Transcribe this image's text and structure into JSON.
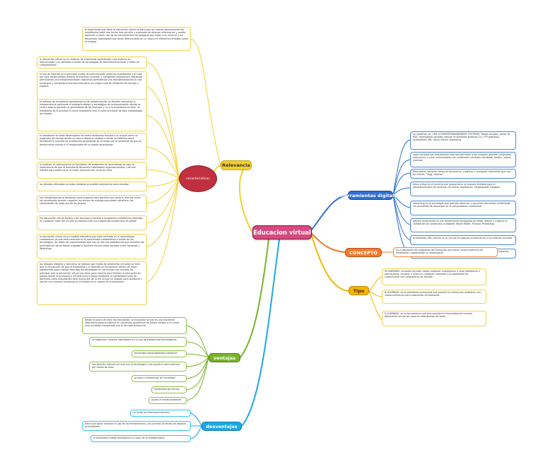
{
  "central": "Educacion virtual",
  "colors": {
    "relevancia": "#f5cf2e",
    "herramientas": "#2f6fd0",
    "concepto": "#f07b2c",
    "tipo": "#f5b400",
    "ventajas": "#7ab32a",
    "desventajas": "#1da8e0",
    "central": "#d84a7e",
    "bubble": "#c03040"
  },
  "relevancia": {
    "label": "Relevancia",
    "bubble": "caracteristicas",
    "intro": "lo importante que tiene la educación virtual es para que las nuevas generaciones de estudiantes tiabé una forma mas sencilla y avanzada de obtener informacion y pueda aprender a hacer uso de las herramientas tecnologicas que estan a su alcance y así desarrollar habilidades que serán diferenciales en un futuro en diferentes ámbitos como el trabajo.",
    "items": [
      "la educación virtual es un sistema de enseñanza-aprendizaje cuyo entorno es estructurado y es utilizado a través de tecnologias de telecomunicaciones y redes de computadoras",
      "el uso de internet es el principal medio de comunicación entre los estudiantes y el tutor por este medio ambos actores interactúan acuedan y comparten informacion requerida permitiendo una retroalimentación requerida permitiendo una retroalimentación lo cual enriquece y completa el proceso educativo sin ningún tipo de limitación de tiempo y espacio",
      "el método de enseñanza aprendizaje es de autoformación es flexible interactivo e independiente apliconda el autoaprendizaje y estrategias de autoevaluación donde se centra todo la atención al aprendizaje de los alumnos y no a la enseñanza es decir un estudiante es el proceso tu como estudiante eres el actor principal de esta metodología de estudio",
      "el estudiante se debe desempeñar de forma autónoma estudia a su propio ritmo un organizan de tiempo desde su casa o desde su trabajo o desde su teléfono movil facilitando el proceso de enseñanza-aprendizaje de acuerdo con el ambiente de que se desenvuelve siendo el el responsable de su propia aprendizaje",
      "el profesor es básicamente un facilitador de ambientes de aprendizaje de aquí la importancia de que el estudiante desarrolle habilidades organizacionales y de ello estudio para poder sacar el mejor provecho del curso en línea",
      "los tiempos utilizados en estas trabajos se pueden aprovechar para estudiar",
      "hay flexibilidad tanto temporal como espacial esto significa que tanto el alumno como los estudiantes pueden negociar las fechas de entrega para poder satisfacer las necesidades de cada uno de los grupos",
      "Ela educación virtual facilita a los alumnos el acceso a programas académicos ofrecidos en cualquier lugar del mundo la cobertura de sus programas académicos es global",
      "la educación virtual es un modelo educativo que está centrado en el aprendizaje colaborativo ya que está-centrado en el aprendizaje colaborativo a través de las tecnologías, las redes de computadoras que hay en día hoy plataformas que permiten tal actividad tan como Skype o google o YouTube incluso redes sociales como facebook y WhatsApp",
      "los trabajos debates y ejercicios se realizan por medio de ambientes virtuales es decir que la interacción de que el estudiante y el docente se encuentran dentro de estas plataformas para realizar este tipo de actividades en conclusión son muchas las premisas que la educación virtual nos tiene para hacerlo para facilitar la educación en países donde la economía e infraestructura hasta mediante la mentalidad tanto de docentes como estudiantes esta revolución de la era virtual ha llegado para quedarse y uno de sus mayores impactos es sin dudas en el campo de la educación"
    ]
  },
  "herramientas": {
    "label": "herramientas digitales",
    "items": [
      "se clasifican en: CMS (CONTENTMANAGEMENT SYSTEMS): Redes sociales, lector de RSS, marcadores sociales, edición multimedia, publicar 2.0, FTP gratuitos, acortadores URL, disco virtual, streaming",
      "redes sociales son plataformas web que permiten a los usuarios generar contenidos interactuar y crear comunidades con contenidos similares: facebook, twitter, yahoo, youtube",
      "Marcadores sociales: forma de almacenar, clasificar y compartir elementos que son de interés: \"digg, diverse\"",
      "disco virtual es el servicio que proporciona un espacio limitado para el almacenamiento de archivos vía online, rapidshare, megaupload, Dropbox",
      "streaming es la tecnología que permite observar y escuchar elementos multimedia sin necesidad de descargar en la computadora, livestream",
      "edición multimedia es una herramienta encargada de editar retocar y mejorar la calidad de los contenidos a elaborar Movie Maker, Picasso, Photoshop",
      "acortadores URL acortar el url ya que en algunas ocasiones es muy extensa recorder",
      "FTP gratuitos es el servicio que permite la transmisión de archivos entre sistemas que se encuentren conectados entre sí"
    ]
  },
  "concepto": {
    "label": "CONCEPTO",
    "text": "Es el desarrollo de programas de formación que tienen como escenario de enseñanza y aprendizaje el ciberespacio"
  },
  "tipo": {
    "label": "Tipo",
    "items": [
      "M-LEARNING: se puede acceder desde cualquier smartphone o usos plataforma o aplicaciones, acceder a mitos en cualquier momento y la posibilidad de comunicarse con compañeros de estudio",
      "B-LEARNING: es la plataforma presencial que permite la interacción mediante una videoconferencia para solamente virtualmente",
      "E-LEARNING: es la herramienta que solo permite el intercambio de manera totalmente virtual tal como en plataformas de texto"
    ]
  },
  "ventajas": {
    "label": "ventajas",
    "items": [
      "desde el punto de vista del estudiante, la educación virtual es una excelente alternativa porque obtiene un contenido académico de buena calidad a un costo mas accesible comparado con el formato presencial",
      "se adquieren mejores habilidades en el uso de plataformas tecnológicas.",
      "desarrollo responsabilidad individual",
      "nos permite interactuar mas con la tecnología y nos ayuda a comunicarnos por medio de ellas",
      "acceso a información de inmediato",
      "flexibilidad de tiempo",
      "ayuda al medio ambiente"
    ]
  },
  "desventajas": {
    "label": "desventajas",
    "items": [
      "se limita las relaciones sociales",
      "tiene que saber manejar el uso de las herramientas y las normas correctas de dejarlas al estudiante",
      "el estudiante puede distinguirse un poco de la autodisciplina"
    ]
  }
}
